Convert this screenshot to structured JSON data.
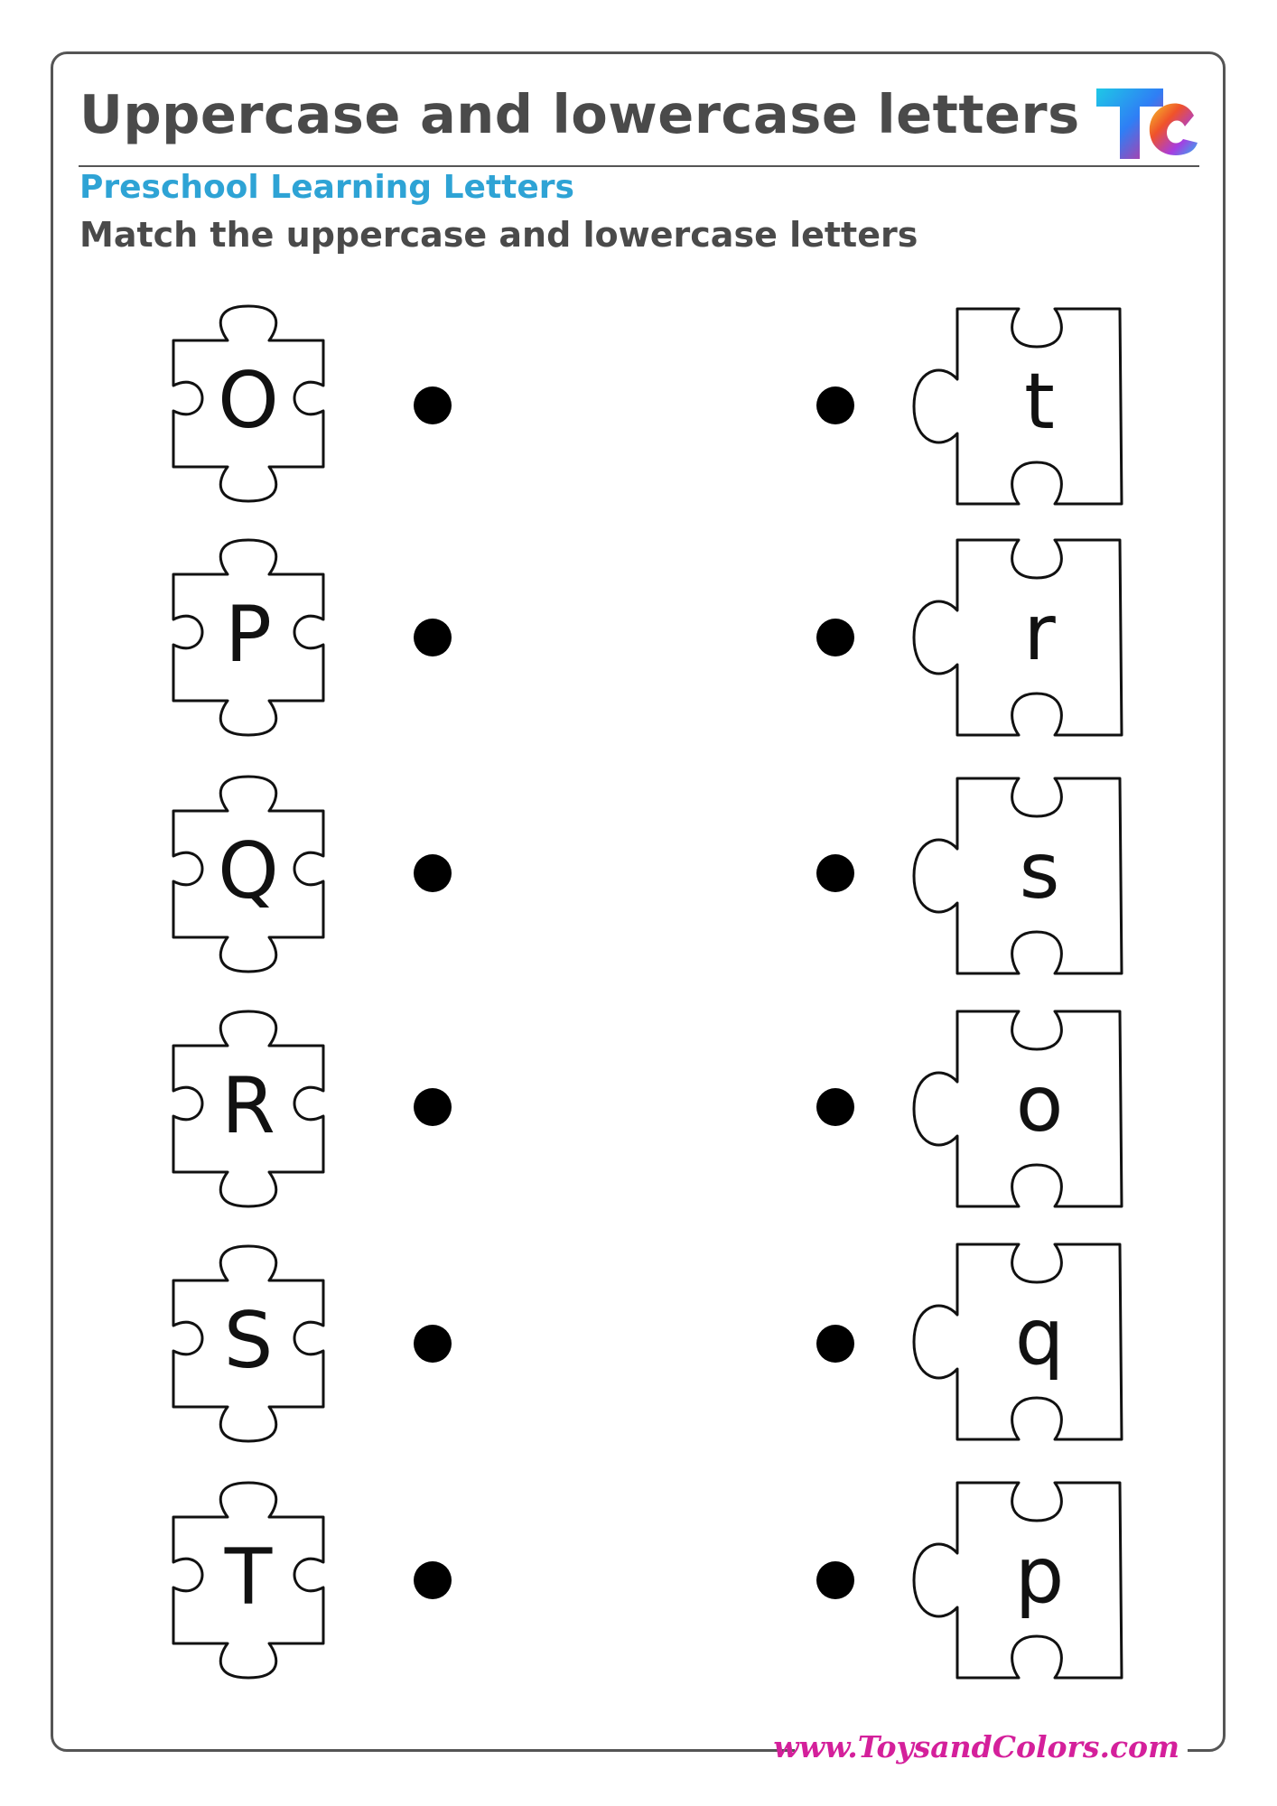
{
  "header": {
    "title": "Uppercase and lowercase letters",
    "subtitle": "Preschool Learning Letters",
    "instructions": "Match the uppercase and lowercase letters",
    "logo_text": "TC"
  },
  "colors": {
    "title": "#4a4a4a",
    "subtitle": "#2ea3d5",
    "footer": "#d4209b"
  },
  "left_pieces": [
    {
      "letter": "O"
    },
    {
      "letter": "P"
    },
    {
      "letter": "Q"
    },
    {
      "letter": "R"
    },
    {
      "letter": "S"
    },
    {
      "letter": "T"
    }
  ],
  "right_pieces": [
    {
      "letter": "t"
    },
    {
      "letter": "r"
    },
    {
      "letter": "s"
    },
    {
      "letter": "o"
    },
    {
      "letter": "q"
    },
    {
      "letter": "p"
    }
  ],
  "footer": {
    "website": "www.ToysandColors.com"
  }
}
